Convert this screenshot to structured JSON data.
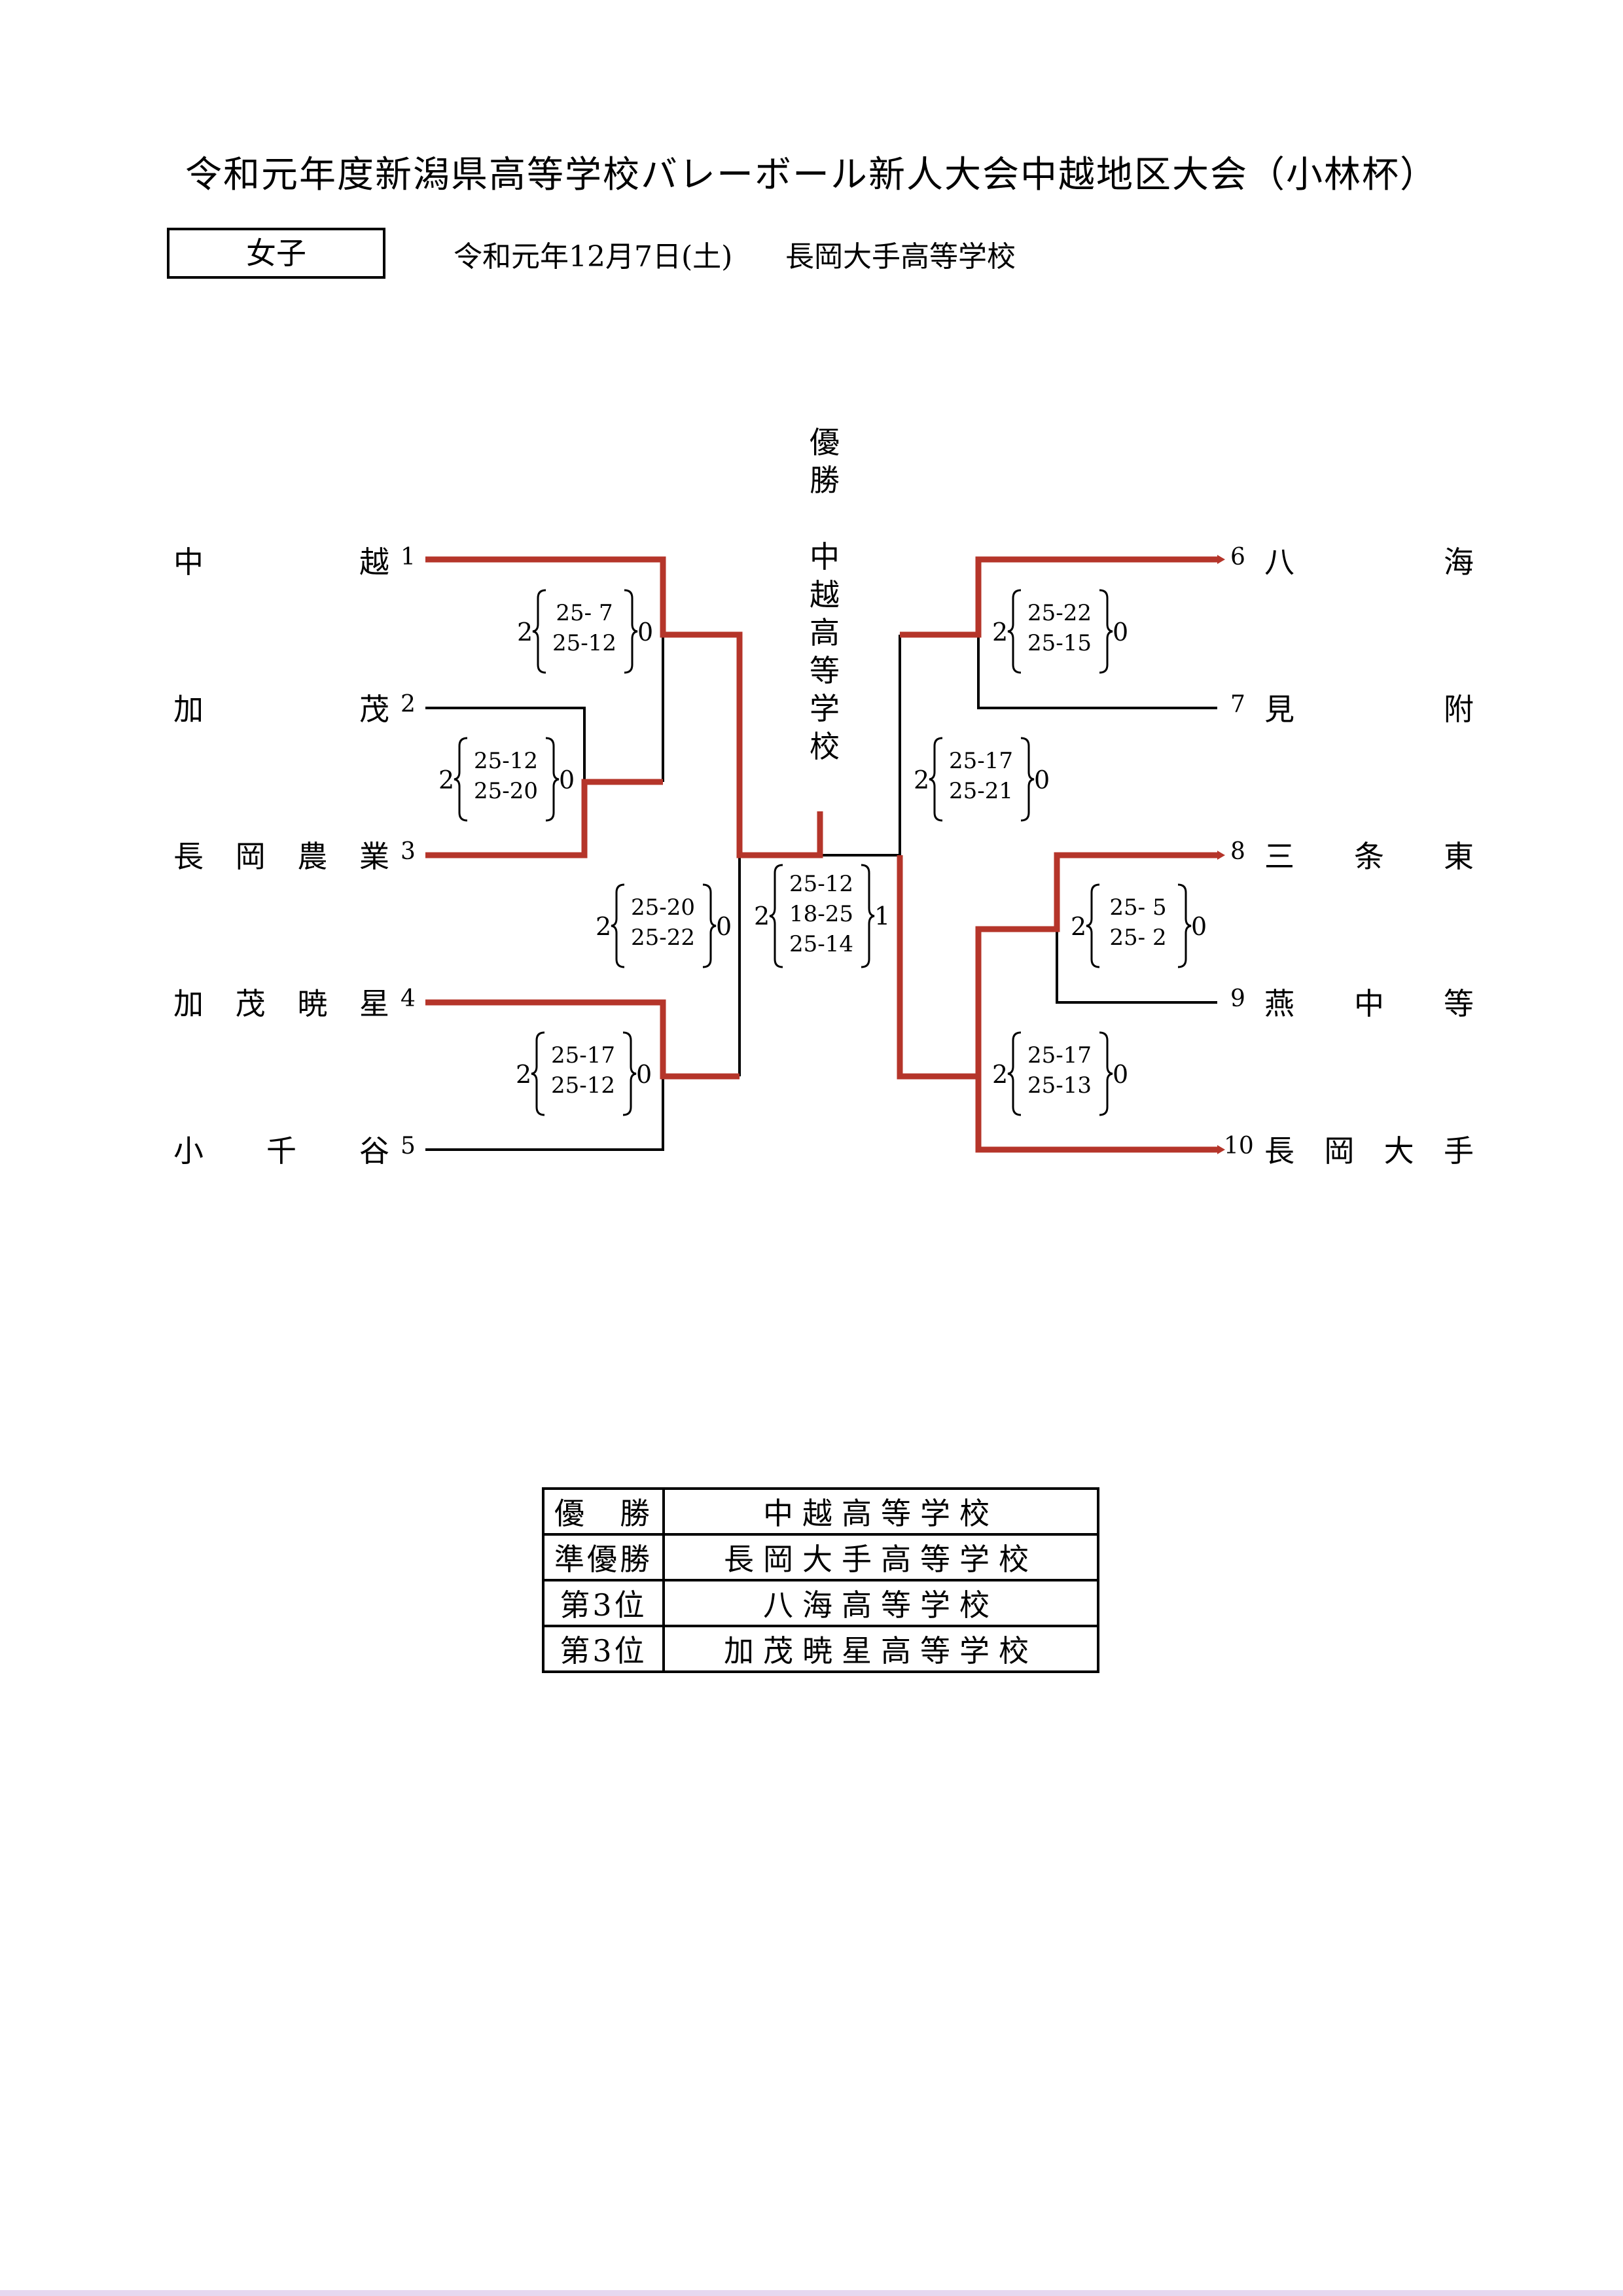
{
  "title": "令和元年度新潟県高等学校バレーボール新人大会中越地区大会（小林杯）",
  "category": "女子",
  "date": "令和元年12月7日(土)",
  "venue": "長岡大手高等学校",
  "champion": {
    "label": [
      "優",
      "勝"
    ],
    "school": [
      "中",
      "越",
      "高",
      "等",
      "学",
      "校"
    ]
  },
  "teams_left": [
    {
      "name": [
        "中",
        "越"
      ],
      "seed": "1"
    },
    {
      "name": [
        "加",
        "茂"
      ],
      "seed": "2"
    },
    {
      "name": [
        "長",
        "岡",
        "農",
        "業"
      ],
      "seed": "3"
    },
    {
      "name": [
        "加",
        "茂",
        "暁",
        "星"
      ],
      "seed": "4"
    },
    {
      "name": [
        "小",
        "千",
        "谷"
      ],
      "seed": "5"
    }
  ],
  "teams_right": [
    {
      "name": [
        "八",
        "海"
      ],
      "seed": "6"
    },
    {
      "name": [
        "見",
        "附"
      ],
      "seed": "7"
    },
    {
      "name": [
        "三",
        "条",
        "東"
      ],
      "seed": "8"
    },
    {
      "name": [
        "燕",
        "中",
        "等"
      ],
      "seed": "9"
    },
    {
      "name": [
        "長",
        "岡",
        "大",
        "手"
      ],
      "seed": "10"
    }
  ],
  "matches": [
    {
      "id": "m1",
      "left": "2",
      "sets": [
        "25- 7",
        "25-12"
      ],
      "right": "0"
    },
    {
      "id": "m2",
      "left": "2",
      "sets": [
        "25-12",
        "25-20"
      ],
      "right": "0"
    },
    {
      "id": "m3",
      "left": "2",
      "sets": [
        "25-20",
        "25-22"
      ],
      "right": "0"
    },
    {
      "id": "m4",
      "left": "2",
      "sets": [
        "25-17",
        "25-12"
      ],
      "right": "0"
    },
    {
      "id": "final",
      "left": "2",
      "sets": [
        "25-12",
        "18-25",
        "25-14"
      ],
      "right": "1"
    },
    {
      "id": "m5",
      "left": "2",
      "sets": [
        "25-22",
        "25-15"
      ],
      "right": "0"
    },
    {
      "id": "m6",
      "left": "2",
      "sets": [
        "25-17",
        "25-21"
      ],
      "right": "0"
    },
    {
      "id": "m7",
      "left": "2",
      "sets": [
        "25- 5",
        "25- 2"
      ],
      "right": "0"
    },
    {
      "id": "m8",
      "left": "2",
      "sets": [
        "25-17",
        "25-13"
      ],
      "right": "0"
    }
  ],
  "results": [
    {
      "label": "優　勝",
      "value": "中越高等学校"
    },
    {
      "label": "準優勝",
      "value": "長岡大手高等学校"
    },
    {
      "label": "第3位",
      "value": "八海高等学校"
    },
    {
      "label": "第3位",
      "value": "加茂暁星高等学校"
    }
  ],
  "colors": {
    "winner_line": "#b5352a",
    "line": "#000000"
  }
}
